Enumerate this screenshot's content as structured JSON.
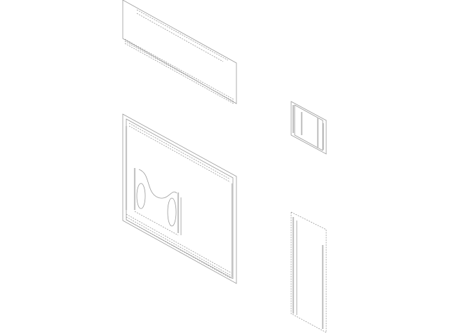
{
  "colors": {
    "background": "#ffffff",
    "line": "#9a9a9a",
    "line_heavy": "#c4c4c4"
  },
  "parts": [
    {
      "name": "top-strip-panel"
    },
    {
      "name": "large-framed-panel"
    },
    {
      "name": "small-frame-panel"
    },
    {
      "name": "tall-narrow-panel"
    }
  ]
}
